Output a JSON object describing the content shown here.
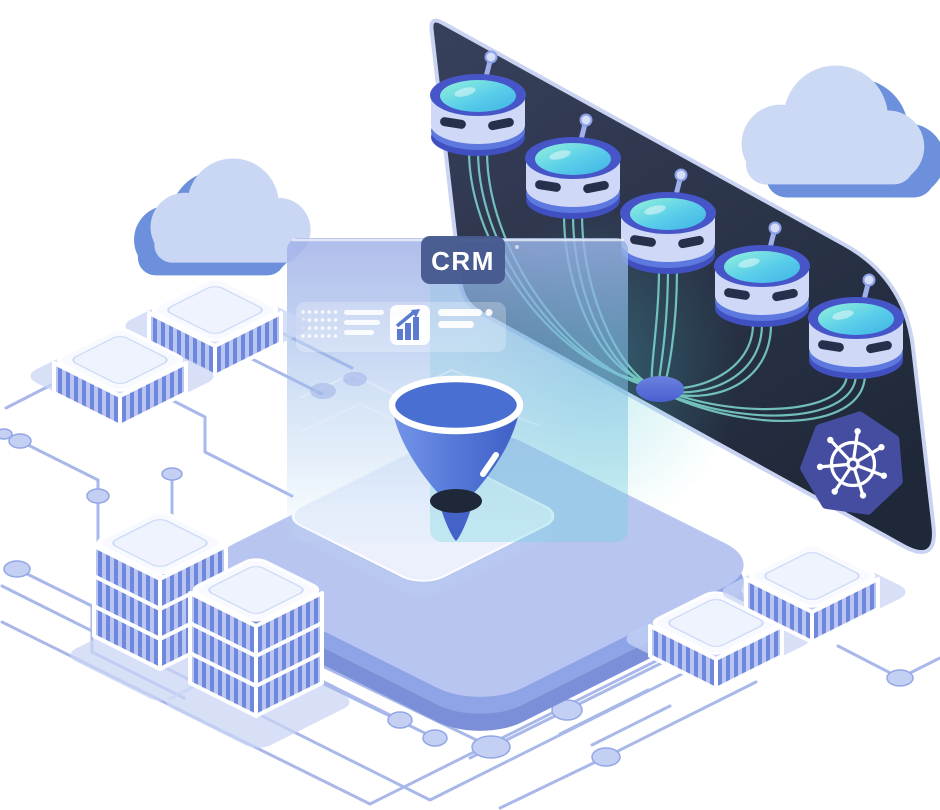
{
  "crm_panel": {
    "label": "CRM"
  },
  "scene": {
    "counts": {
      "data_pods": 5,
      "server_stacks": 2,
      "server_chips": 4,
      "clouds": 2,
      "circuit_pads": 11
    },
    "icons": [
      "database-pod-icon",
      "funnel-icon",
      "kubernetes-helm-icon",
      "cloud-icon",
      "bar-chart-icon",
      "server-chip-icon",
      "server-stack-icon",
      "circuit-trace",
      "convergence-node",
      "dashboard-card"
    ],
    "colors": {
      "panel_dark_top": "#343e59",
      "panel_dark_bottom": "#1b2435",
      "panel_edge": "#c9d4f2",
      "kubernetes_badge": "#454da0",
      "wire_teal": "#7fd8d0",
      "liquid_mint": "#93f2d9",
      "liquid_cyan": "#3fb4e4",
      "pod_body": "#cfd9f7",
      "pod_band": "#5d78de",
      "funnel_blue": "#5578d8",
      "funnel_interior": "#131f3a",
      "glass_tint": "#a7b4e8",
      "crm_tab": "#46598f",
      "platform_top": "#b7c5f0",
      "platform_side": "#7a8fd8",
      "tile_top": "#ebf0fc",
      "cloud_light": "#ccd9f5",
      "cloud_shade": "#6d90dc",
      "chip_top": "#f8faff",
      "chip_rib": "#6f88dd",
      "chip_rib_gap": "#b9c6f2",
      "circuit_line": "#a9b8ea",
      "circuit_pad": "#c3cff3"
    }
  }
}
